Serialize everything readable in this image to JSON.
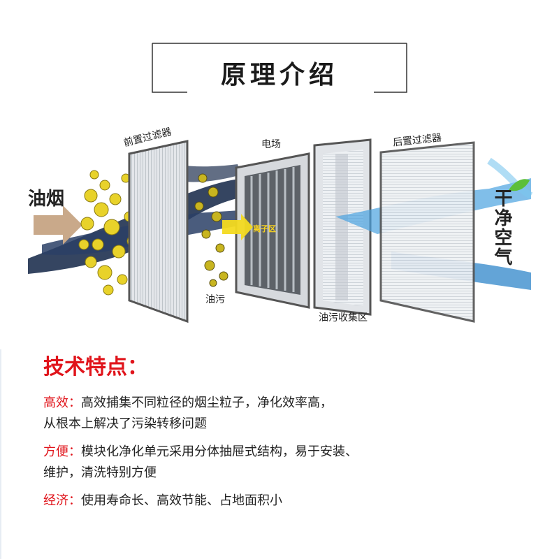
{
  "title": "原理介绍",
  "diagram": {
    "labels": {
      "smoke": "油烟",
      "pre_filter": "前置过滤器",
      "electric_field": "电场",
      "ion_zone": "离子区",
      "oil_dirt": "油污",
      "oil_collection_zone": "油污收集区",
      "post_filter": "后置过滤器",
      "clean_air": "干净空气"
    }
  },
  "features": {
    "heading": "技术特点：",
    "items": [
      {
        "key": "高效：",
        "line1": "高效捕集不同粒径的烟尘粒子，净化效率高，",
        "line2": "从根本上解决了污染转移问题"
      },
      {
        "key": "方便：",
        "line1": "模块化净化单元采用分体抽屉式结构，易于安装、",
        "line2": "维护，清洗特别方便"
      },
      {
        "key": "经济：",
        "line1": "使用寿命长、高效节能、占地面积小",
        "line2": ""
      }
    ]
  },
  "colors": {
    "accent": "#e0141b",
    "smoke_arrow": "#c9a98a",
    "particles": "#e8d22a",
    "flow": "#1f3150",
    "clean_flow": "#4aa3e0"
  }
}
